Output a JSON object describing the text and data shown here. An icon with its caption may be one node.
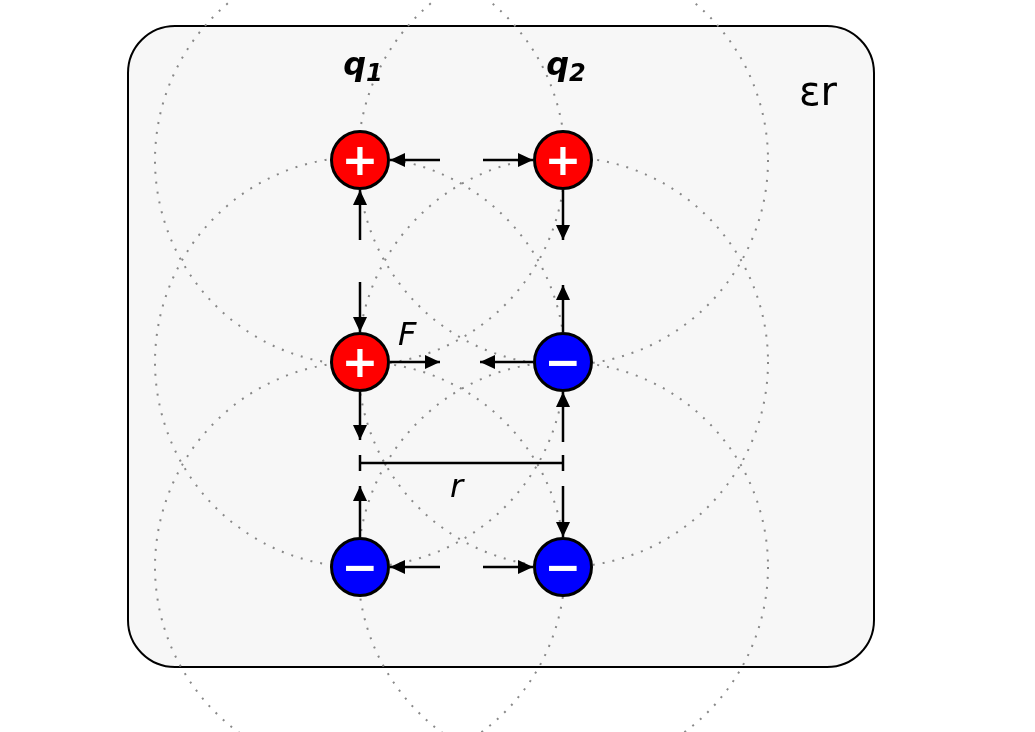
{
  "diagram": {
    "nodes": [
      {
        "text": [
          "εr"
        ]
      },
      {
        "text": [
          "+"
        ],
        "in": 0,
        "beside": [
          "q$_{1}$"
        ]
      },
      {
        "text": [
          "+"
        ],
        "in": 0,
        "beside": [
          "q$_{2}$"
        ]
      },
      {
        "text": [
          "+"
        ],
        "in": 0
      },
      {
        "text": [
          "−"
        ],
        "in": 0
      },
      {
        "text": [
          "−"
        ],
        "in": 0
      },
      {
        "text": [
          "−"
        ],
        "in": 0
      }
    ],
    "edges": [
      {
        "from": null,
        "to": 1,
        "arrow": "to"
      },
      {
        "from": null,
        "to": 2,
        "arrow": "to"
      },
      {
        "from": null,
        "to": 1,
        "arrow": "to"
      },
      {
        "from": 2,
        "to": null,
        "arrow": "to"
      },
      {
        "from": null,
        "to": 3,
        "arrow": "to"
      },
      {
        "from": 3,
        "to": null,
        "arrow": "to",
        "label": "F"
      },
      {
        "from": 4,
        "to": null,
        "arrow": "to"
      },
      {
        "from": 4,
        "to": null,
        "arrow": "to"
      },
      {
        "from": 3,
        "to": null,
        "arrow": "to"
      },
      {
        "from": null,
        "to": 4,
        "arrow": "to"
      },
      {
        "from": 5,
        "to": null,
        "arrow": "to"
      },
      {
        "from": null,
        "to": 5,
        "arrow": "to"
      },
      {
        "from": null,
        "to": 6,
        "arrow": "to"
      },
      {
        "from": null,
        "to": 6,
        "arrow": "to"
      }
    ],
    "labels": [
      "r"
    ]
  }
}
